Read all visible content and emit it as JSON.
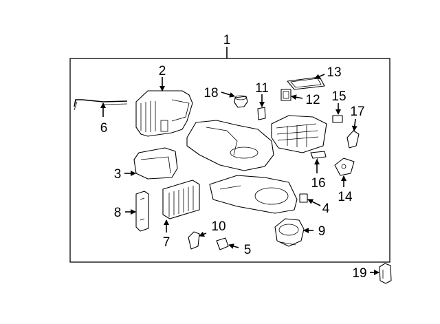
{
  "diagram": {
    "assembly_callout": "1",
    "callouts": {
      "p2": "2",
      "p3": "3",
      "p4": "4",
      "p5": "5",
      "p6": "6",
      "p7": "7",
      "p8": "8",
      "p9": "9",
      "p10": "10",
      "p11": "11",
      "p12": "12",
      "p13": "13",
      "p14": "14",
      "p15": "15",
      "p16": "16",
      "p17": "17",
      "p18": "18",
      "p19": "19"
    }
  }
}
